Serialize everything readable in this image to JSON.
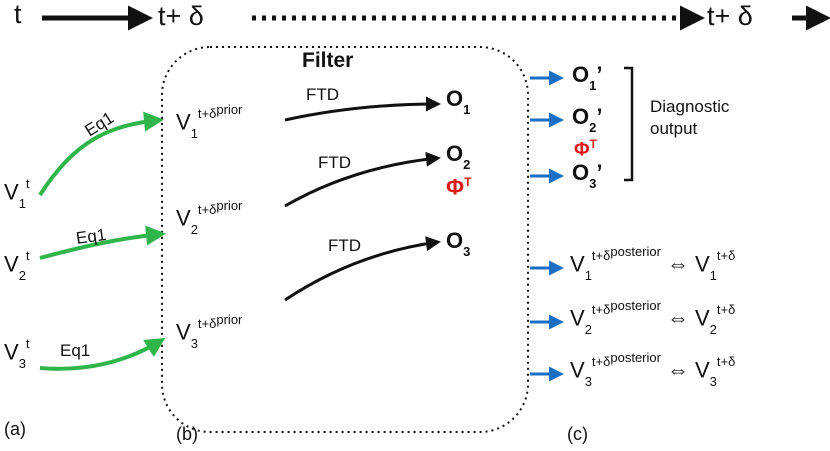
{
  "colors": {
    "green": "#2fb54a",
    "blue": "#1a6fc4",
    "red": "#e01b1b",
    "black": "#111111"
  },
  "timeline": {
    "t": "t",
    "t_delta_1": "t+ δ",
    "t_delta_2": "t+ δ"
  },
  "filter": {
    "title": "Filter"
  },
  "inputs": [
    {
      "name": "V",
      "idx": "1",
      "sup": "t"
    },
    {
      "name": "V",
      "idx": "2",
      "sup": "t"
    },
    {
      "name": "V",
      "idx": "3",
      "sup": "t"
    }
  ],
  "eq_labels": [
    "Eq1",
    "Eq1",
    "Eq1"
  ],
  "priors": [
    {
      "name": "V",
      "idx": "1",
      "sup": "t+δ",
      "sup2": "prior"
    },
    {
      "name": "V",
      "idx": "2",
      "sup": "t+δ",
      "sup2": "prior"
    },
    {
      "name": "V",
      "idx": "3",
      "sup": "t+δ",
      "sup2": "prior"
    }
  ],
  "ftd_labels": [
    "FTD",
    "FTD",
    "FTD"
  ],
  "observations": [
    {
      "name": "O",
      "idx": "1"
    },
    {
      "name": "O",
      "idx": "2"
    },
    {
      "name": "O",
      "idx": "3"
    }
  ],
  "phi": {
    "symbol": "Φ",
    "sup": "T"
  },
  "diagnostic_outputs": [
    {
      "name": "O",
      "idx": "1",
      "prime": "’"
    },
    {
      "name": "O",
      "idx": "2",
      "prime": "’"
    },
    {
      "name": "O",
      "idx": "3",
      "prime": "’"
    }
  ],
  "diagnostic_label": "Diagnostic output",
  "posteriors": [
    {
      "name": "V",
      "idx": "1",
      "sup": "t+δ",
      "sup2": "posterior",
      "eq": "⇔",
      "rname": "V",
      "ridx": "1",
      "rsup": "t+δ"
    },
    {
      "name": "V",
      "idx": "2",
      "sup": "t+δ",
      "sup2": "posterior",
      "eq": "⇔",
      "rname": "V",
      "ridx": "2",
      "rsup": "t+δ"
    },
    {
      "name": "V",
      "idx": "3",
      "sup": "t+δ",
      "sup2": "posterior",
      "eq": "⇔",
      "rname": "V",
      "ridx": "3",
      "rsup": "t+δ"
    }
  ],
  "panel_labels": [
    "(a)",
    "(b)",
    "(c)"
  ]
}
